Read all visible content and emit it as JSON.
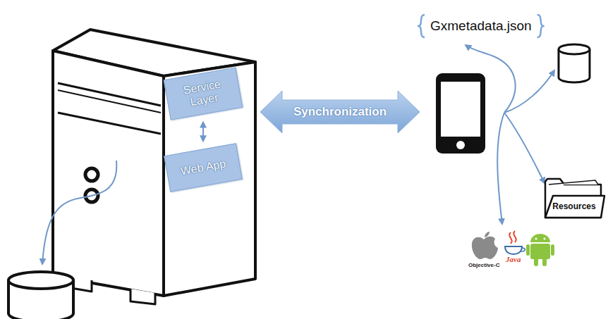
{
  "diagram": {
    "nodes": [
      {
        "text": [
          "Service Layer"
        ]
      },
      {
        "text": [
          "Web App"
        ]
      },
      {
        "text": [
          "Synchronization"
        ]
      },
      {
        "text": [
          "Gxmetadata.json"
        ]
      },
      {
        "text": [
          "Resources"
        ]
      }
    ],
    "edges": [
      {
        "from": 0,
        "to": 1,
        "arrow": "both"
      }
    ],
    "labels": [
      "Objective-C",
      "Java"
    ]
  }
}
